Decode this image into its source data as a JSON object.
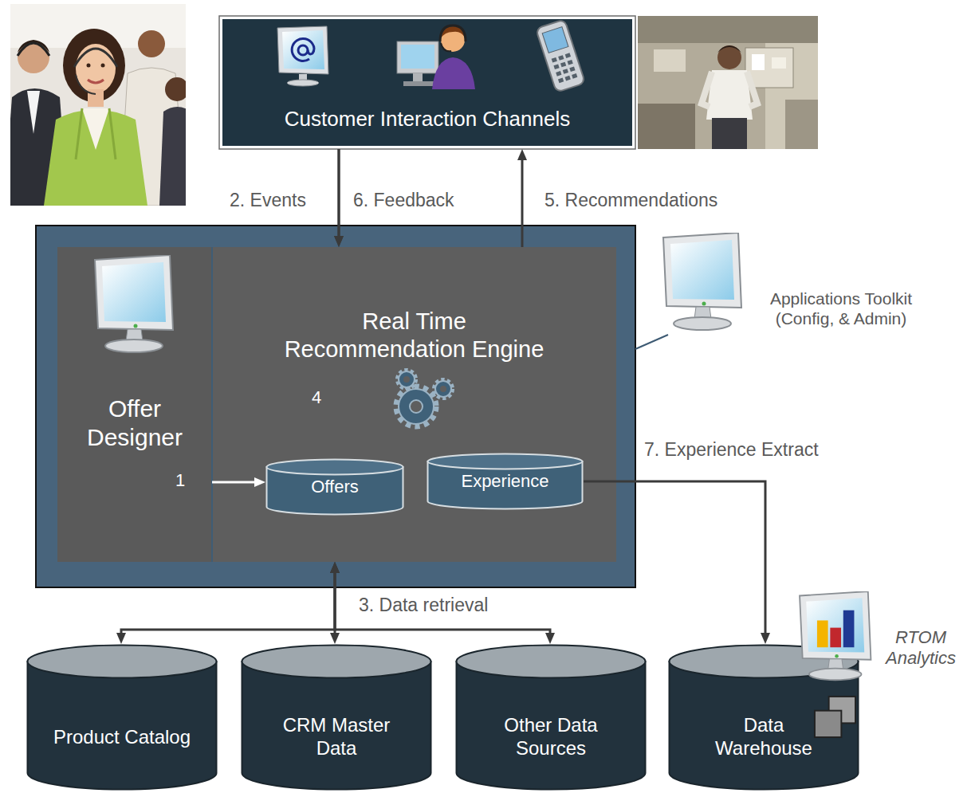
{
  "diagram": {
    "nodes": [
      {
        "text": [
          "Customer Interaction Channels"
        ]
      },
      {
        "text": [
          "Offer Designer"
        ]
      },
      {
        "text": [
          "Real Time Recommendation Engine"
        ]
      },
      {
        "text": [
          "Offers"
        ],
        "in": 2
      },
      {
        "text": [
          "Experience"
        ],
        "in": 2
      },
      {
        "text": [
          "Product Catalog"
        ]
      },
      {
        "text": [
          "CRM Master Data"
        ]
      },
      {
        "text": [
          "Other Data Sources"
        ]
      },
      {
        "text": [
          "Data Warehouse"
        ]
      }
    ],
    "edges": [
      {
        "from": 0,
        "to": 2,
        "label": "2. Events",
        "arrow": "to"
      },
      {
        "from": 0,
        "to": 2,
        "label": "6. Feedback",
        "arrow": "to"
      },
      {
        "from": 2,
        "to": 0,
        "label": "5. Recommendations",
        "arrow": "to"
      },
      {
        "from": 1,
        "to": 3,
        "label": "1",
        "arrow": "to"
      },
      {
        "from": 2,
        "to": 5,
        "arrow": "both"
      },
      {
        "from": 2,
        "to": 6,
        "label": "3. Data retrieval",
        "arrow": "both"
      },
      {
        "from": 2,
        "to": 7,
        "arrow": "both"
      },
      {
        "from": 4,
        "to": 8,
        "label": "7. Experience Extract",
        "arrow": "to"
      }
    ],
    "labels": [
      "4",
      "Applications Toolkit (Config, & Admin)",
      "RTOM Analytics"
    ]
  }
}
